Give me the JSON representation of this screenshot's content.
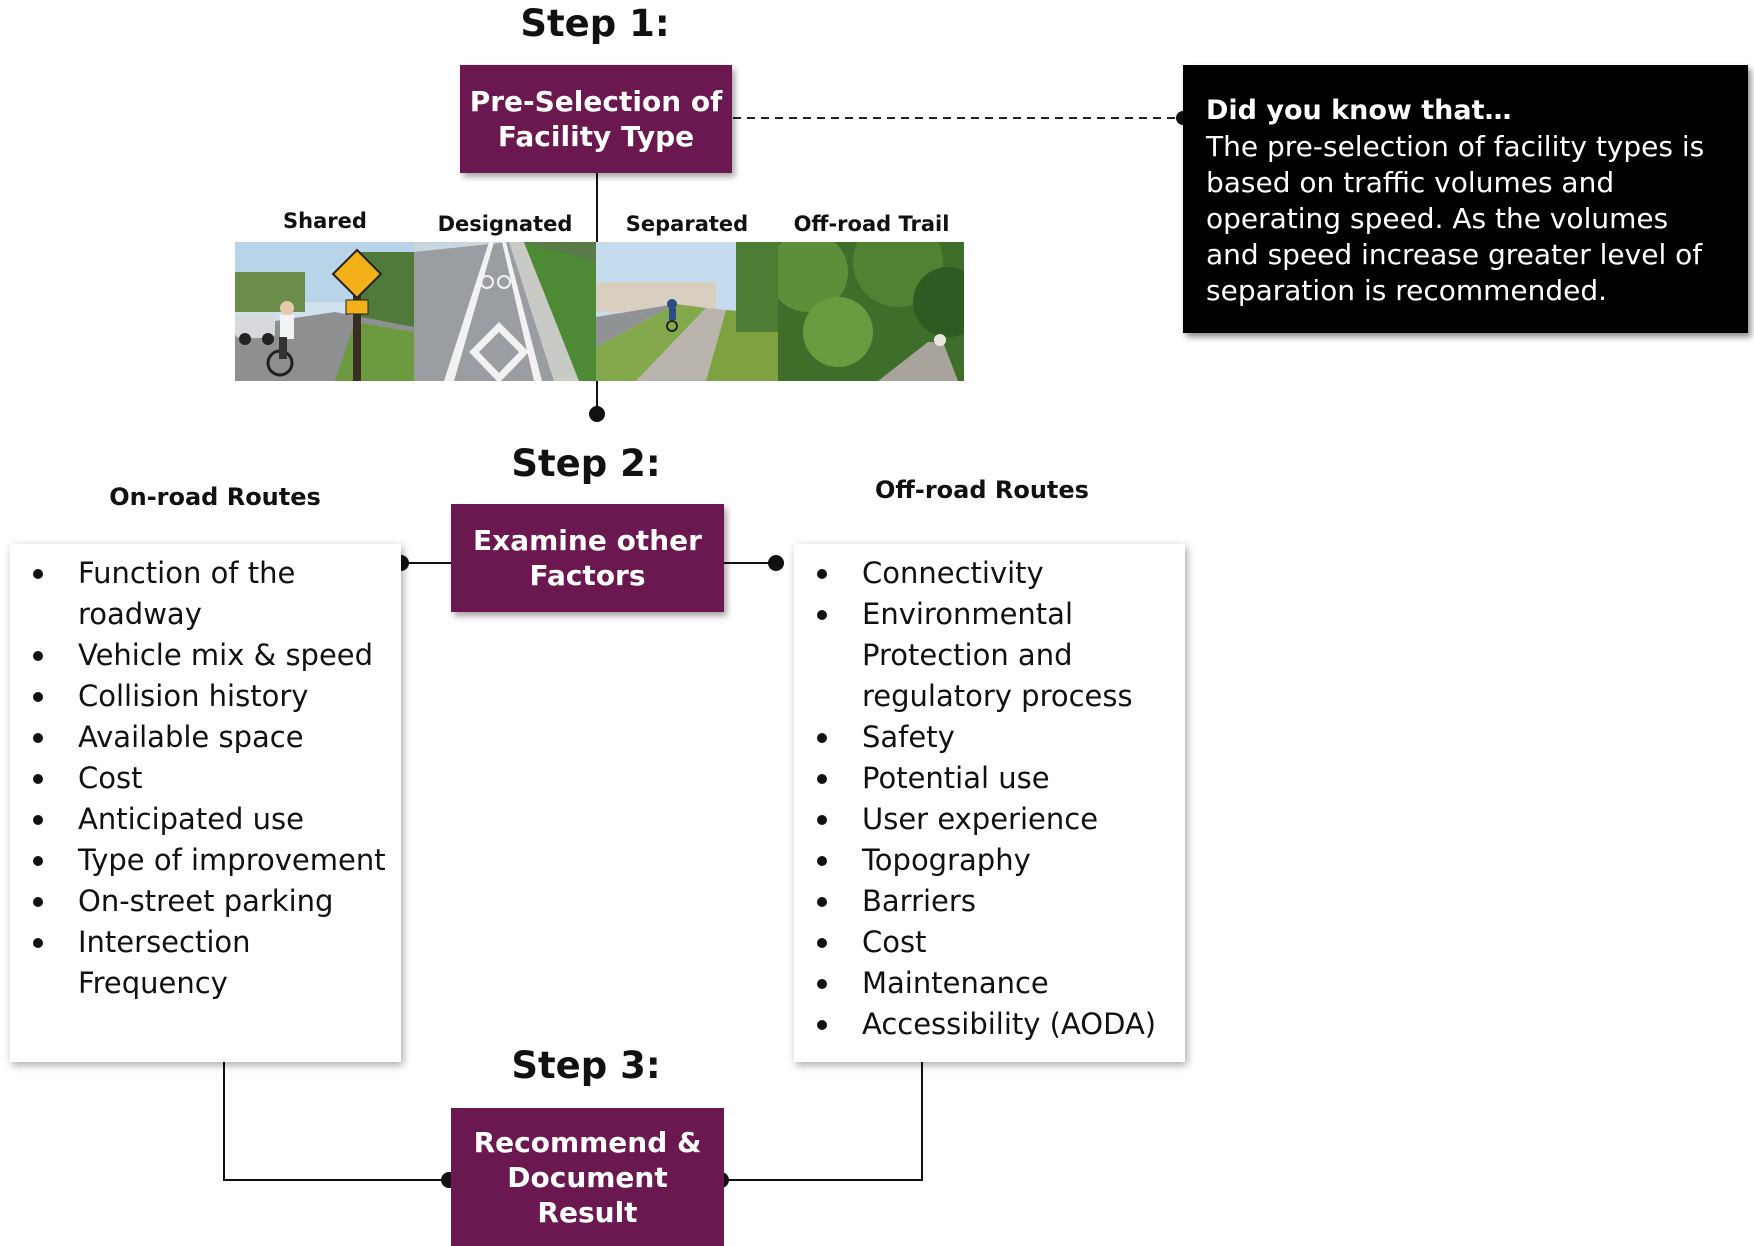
{
  "step1": {
    "title": "Step 1:",
    "box_label": "Pre-Selection of Facility Type"
  },
  "facility_types": [
    {
      "label": "Shared",
      "photo": "shared-roadway-photo"
    },
    {
      "label": "Designated",
      "photo": "bike-lane-photo"
    },
    {
      "label": "Separated",
      "photo": "separated-path-photo"
    },
    {
      "label": "Off-road Trail",
      "photo": "off-road-trail-photo"
    }
  ],
  "did_you_know": {
    "heading": "Did you know that…",
    "text": "The pre-selection of facility types is based on traffic volumes and operating speed. As the volumes and speed increase greater level of separation is recommended."
  },
  "step2": {
    "title": "Step 2:",
    "box_label": "Examine other Factors"
  },
  "on_road": {
    "heading": "On-road Routes",
    "items": [
      "Function of the roadway",
      "Vehicle mix & speed",
      "Collision history",
      "Available space",
      "Cost",
      "Anticipated use",
      "Type of improvement",
      "On-street parking",
      "Intersection Frequency"
    ]
  },
  "off_road": {
    "heading": "Off-road Routes",
    "items": [
      "Connectivity",
      "Environmental Protection and regulatory process",
      "Safety",
      "Potential use",
      "User experience",
      "Topography",
      "Barriers",
      "Cost",
      "Maintenance",
      "Accessibility (AODA)"
    ]
  },
  "step3": {
    "title": "Step 3:",
    "box_label": "Recommend & Document Result"
  },
  "colors": {
    "accent": "#6b1750",
    "panel": "#000000"
  }
}
